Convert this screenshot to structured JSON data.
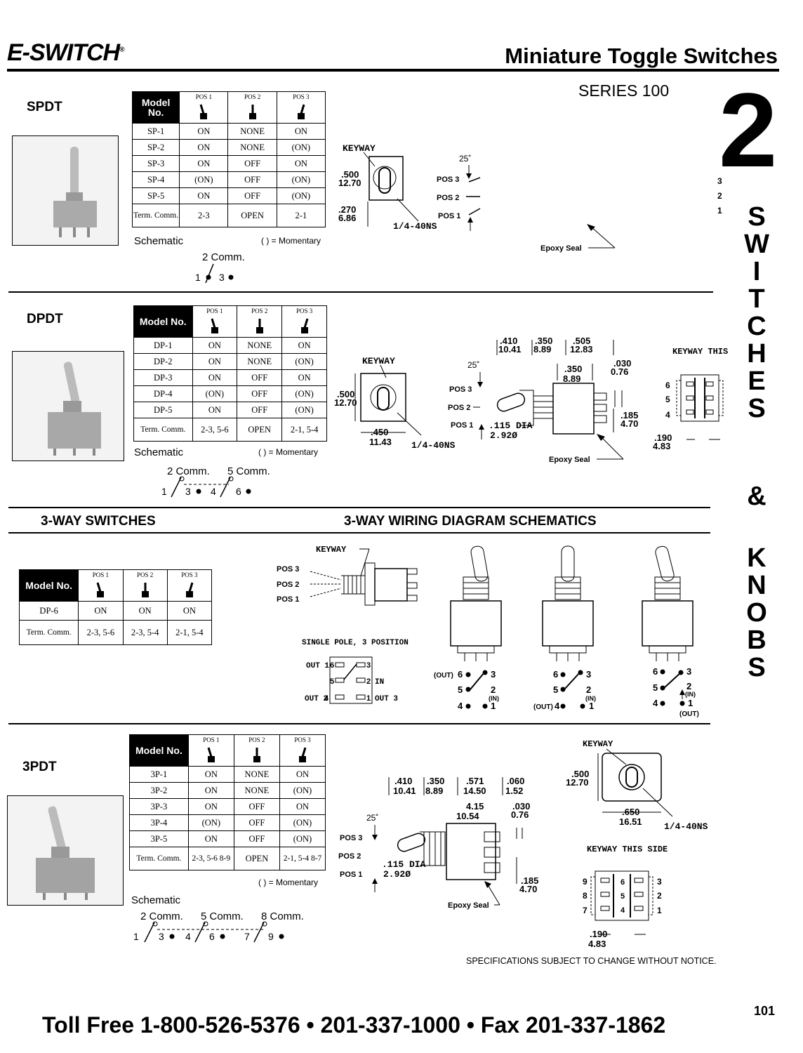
{
  "header": {
    "logo": "E-SWITCH",
    "logo_reg": "®",
    "title": "Miniature Toggle Switches",
    "series": "SERIES 100",
    "section_number": "2",
    "pos_numbers": [
      "3",
      "2",
      "1"
    ],
    "side_text_1": [
      "S",
      "W",
      "I",
      "T",
      "C",
      "H",
      "E",
      "S"
    ],
    "side_amp": "&",
    "side_text_2": [
      "K",
      "N",
      "O",
      "B",
      "S"
    ]
  },
  "common": {
    "model_no": "Model No.",
    "pos1": "POS 1",
    "pos2": "POS 2",
    "pos3": "POS 3",
    "schematic": "Schematic",
    "momentary": "( ) = Momentary",
    "keyway": "KEYWAY",
    "keyway_this_side": "KEYWAY THIS SIDE",
    "epoxy_seal": "Epoxy Seal",
    "angle": "25˚",
    "thread": "1/4-40NS",
    "dia": ".115 DIA",
    "dia_mm": "2.92Ø"
  },
  "spdt": {
    "label": "SPDT",
    "rows": [
      [
        "SP-1",
        "ON",
        "NONE",
        "ON"
      ],
      [
        "SP-2",
        "ON",
        "NONE",
        "(ON)"
      ],
      [
        "SP-3",
        "ON",
        "OFF",
        "ON"
      ],
      [
        "SP-4",
        "(ON)",
        "OFF",
        "(ON)"
      ],
      [
        "SP-5",
        "ON",
        "OFF",
        "(ON)"
      ]
    ],
    "term": [
      "Term. Comm.",
      "2-3",
      "OPEN",
      "2-1"
    ],
    "schem_comm": "2 Comm.",
    "schem_pins": [
      "1",
      "3"
    ],
    "dims": {
      "d1": ".500",
      "d1mm": "12.70",
      "d2": ".270",
      "d2mm": "6.86"
    }
  },
  "dpdt": {
    "label": "DPDT",
    "rows": [
      [
        "DP-1",
        "ON",
        "NONE",
        "ON"
      ],
      [
        "DP-2",
        "ON",
        "NONE",
        "(ON)"
      ],
      [
        "DP-3",
        "ON",
        "OFF",
        "ON"
      ],
      [
        "DP-4",
        "(ON)",
        "OFF",
        "(ON)"
      ],
      [
        "DP-5",
        "ON",
        "OFF",
        "(ON)"
      ]
    ],
    "term": [
      "Term. Comm.",
      "2-3, 5-6",
      "OPEN",
      "2-1, 5-4"
    ],
    "schem_comm": [
      "2 Comm.",
      "5 Comm."
    ],
    "schem_pins": [
      "1",
      "3",
      "4",
      "6"
    ],
    "dims": {
      "a": ".410",
      "amm": "10.41",
      "b": ".350",
      "bmm": "8.89",
      "c": ".505",
      "cmm": "12.83",
      "d": ".350",
      "dmm": "8.89",
      "e": ".030",
      "emm": "0.76",
      "f": ".185",
      "fmm": "4.70",
      "g": ".500",
      "gmm": "12.70",
      "h": ".450",
      "hmm": "11.43",
      "i": ".190",
      "imm": "4.83"
    },
    "pins": [
      "6",
      "5",
      "4"
    ]
  },
  "threeway": {
    "label": "3-WAY SWITCHES",
    "wiring_label": "3-WAY WIRING DIAGRAM SCHEMATICS",
    "row": [
      "DP-6",
      "ON",
      "ON",
      "ON"
    ],
    "term": [
      "Term. Comm.",
      "2-3, 5-6",
      "2-3, 5-4",
      "2-1, 5-4"
    ],
    "single_pole": "SINGLE POLE, 3 POSITION",
    "sp_labels": {
      "out1": "OUT 1",
      "in": "IN",
      "out2": "OUT 2",
      "out3": "OUT 3"
    },
    "sp_pins": [
      "6",
      "3",
      "5",
      "2",
      "4",
      "1"
    ],
    "out": "(OUT)",
    "in_lbl": "(IN)"
  },
  "tpdt": {
    "label": "3PDT",
    "rows": [
      [
        "3P-1",
        "ON",
        "NONE",
        "ON"
      ],
      [
        "3P-2",
        "ON",
        "NONE",
        "(ON)"
      ],
      [
        "3P-3",
        "ON",
        "OFF",
        "ON"
      ],
      [
        "3P-4",
        "(ON)",
        "OFF",
        "(ON)"
      ],
      [
        "3P-5",
        "ON",
        "OFF",
        "(ON)"
      ]
    ],
    "term": [
      "Term. Comm.",
      "2-3, 5-6 8-9",
      "OPEN",
      "2-1, 5-4 8-7"
    ],
    "schem_comm": [
      "2 Comm.",
      "5 Comm.",
      "8 Comm."
    ],
    "schem_pins": [
      "1",
      "3",
      "4",
      "6",
      "7",
      "9"
    ],
    "dims": {
      "a": ".410",
      "amm": "10.41",
      "b": ".350",
      "bmm": "8.89",
      "c": ".571",
      "cmm": "14.50",
      "d": ".060",
      "dmm": "1.52",
      "e": "4.15",
      "emm": "10.54",
      "f": ".030",
      "fmm": "0.76",
      "g": ".185",
      "gmm": "4.70",
      "h": ".500",
      "hmm": "12.70",
      "i": ".650",
      "imm": "16.51",
      "j": ".190",
      "jmm": "4.83"
    },
    "pins_left": [
      "9",
      "8",
      "7"
    ],
    "pins_right": [
      "3",
      "2",
      "1"
    ],
    "pins_mid": [
      "6",
      "5",
      "4"
    ]
  },
  "footer": {
    "spec_note": "SPECIFICATIONS SUBJECT TO CHANGE WITHOUT NOTICE.",
    "page": "101",
    "phones": "Toll Free 1-800-526-5376 • 201-337-1000 • Fax 201-337-1862"
  }
}
